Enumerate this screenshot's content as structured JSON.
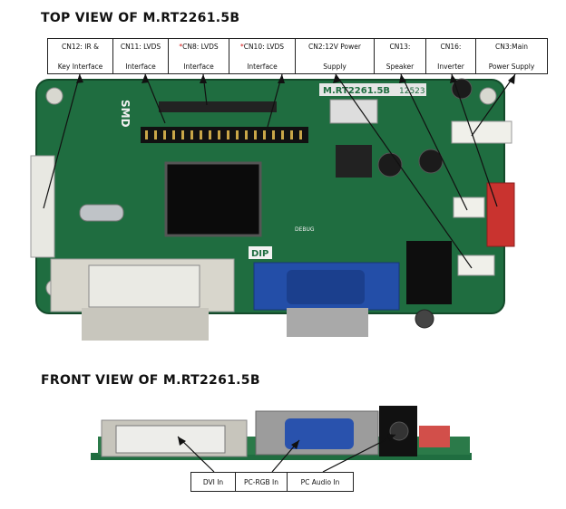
{
  "top_title": "TOP VIEW OF M.RT2261.5B",
  "front_title": "FRONT VIEW OF M.RT2261.5B",
  "top_labels": [
    {
      "prefix": "",
      "l1": "CN12: IR &",
      "l2": "Key Interface"
    },
    {
      "prefix": "",
      "l1": "CN11: LVDS",
      "l2": "Interface"
    },
    {
      "prefix": "*",
      "l1": "CN8: LVDS",
      "l2": "Interface"
    },
    {
      "prefix": "*",
      "l1": "CN10: LVDS",
      "l2": "Interface"
    },
    {
      "prefix": "",
      "l1": "CN2:12V Power",
      "l2": "Supply"
    },
    {
      "prefix": "",
      "l1": "CN13:",
      "l2": "Speaker"
    },
    {
      "prefix": "",
      "l1": "CN16:",
      "l2": "Inverter"
    },
    {
      "prefix": "",
      "l1": "CN3:Main",
      "l2": "Power Supply"
    }
  ],
  "bottom_labels": [
    "DVI In",
    "PC-RGB In",
    "PC Audio In"
  ],
  "board_text": {
    "model": "M.RT2261.5B",
    "code": "12523",
    "smd": "SMD",
    "dip": "DIP",
    "debug": "DEBUG"
  }
}
